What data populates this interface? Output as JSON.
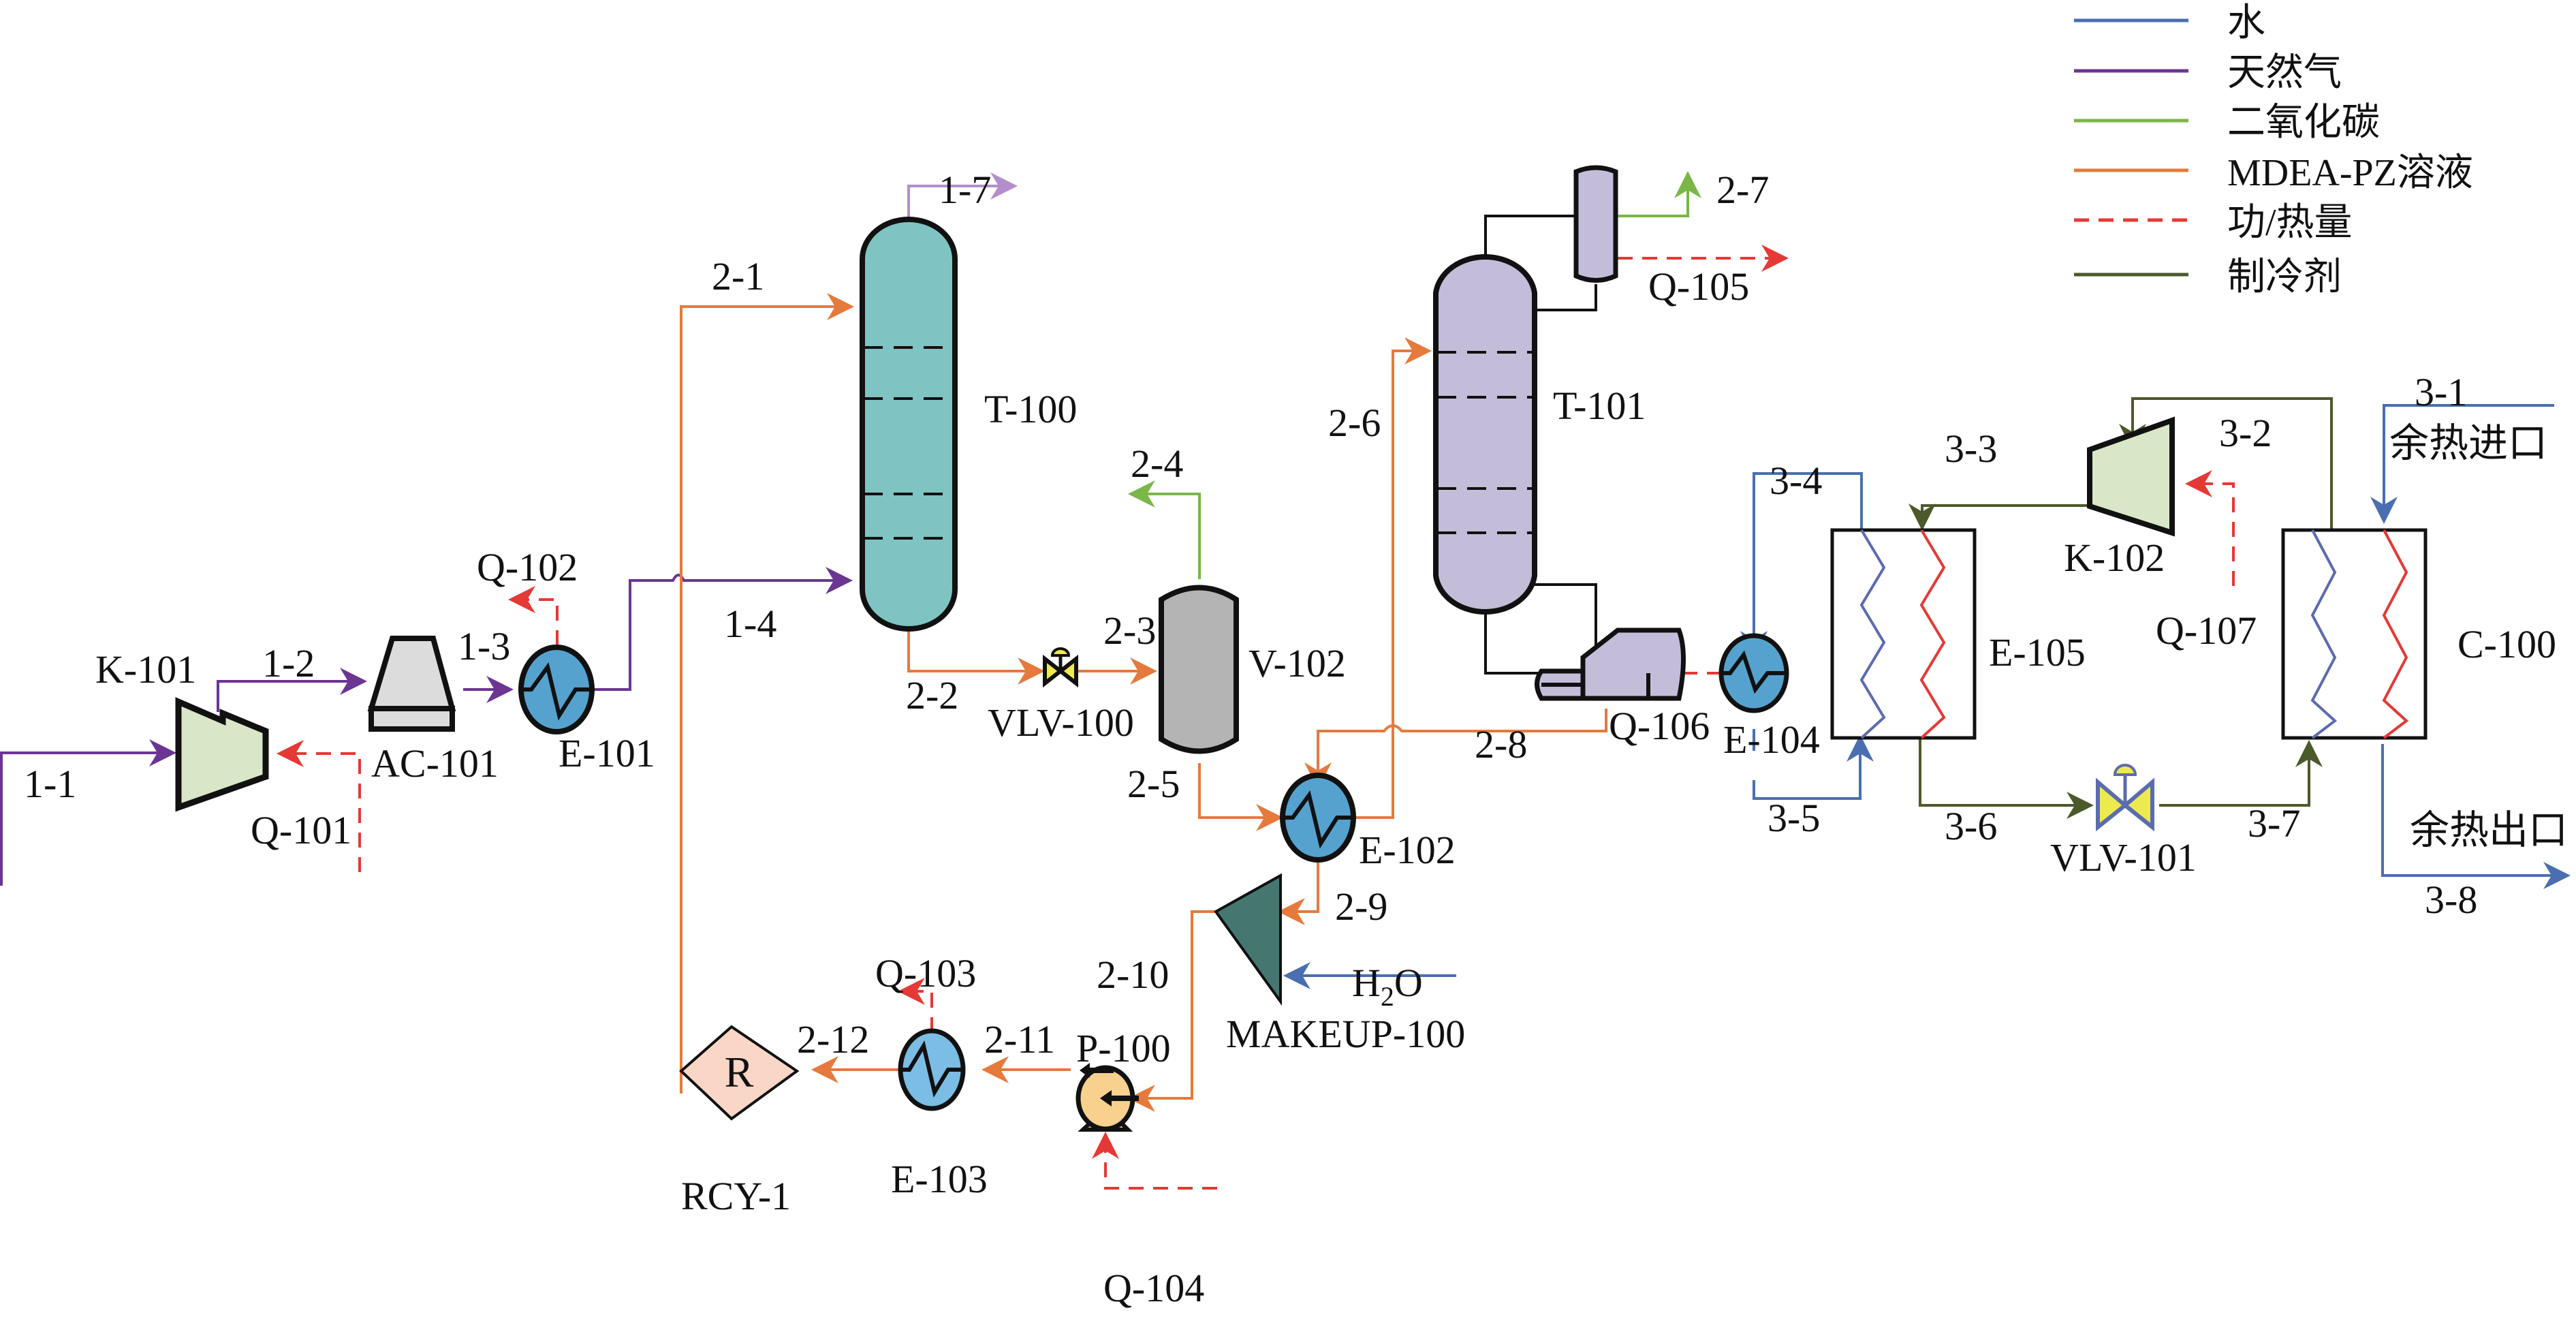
{
  "title": "MDEA-PZ carbon capture process flowsheet with heat pump waste-heat recovery",
  "colors": {
    "water": "#4a6fb0",
    "natural_gas": "#6b3594",
    "co2": "#7ab648",
    "mdea_pz": "#e57a3c",
    "energy": "#e53935",
    "refrigerant": "#4a5a2a",
    "sweet_gas": "#b38ecb",
    "black": "#111111"
  },
  "legend": {
    "items": [
      {
        "label": "水",
        "style": "solid",
        "color_key": "water"
      },
      {
        "label": "天然气",
        "style": "solid",
        "color_key": "natural_gas"
      },
      {
        "label": "二氧化碳",
        "style": "solid",
        "color_key": "co2"
      },
      {
        "label": "MDEA-PZ溶液",
        "style": "solid",
        "color_key": "mdea_pz"
      },
      {
        "label": "功/热量",
        "style": "dashed",
        "color_key": "energy"
      },
      {
        "label": "制冷剂",
        "style": "solid",
        "color_key": "refrigerant"
      }
    ]
  },
  "equipment": {
    "k101": "K-101",
    "ac101": "AC-101",
    "e101": "E-101",
    "t100": "T-100",
    "vlv100": "VLV-100",
    "v102": "V-102",
    "t101": "T-101",
    "e102": "E-102",
    "makeup100": "MAKEUP-100",
    "p100": "P-100",
    "e103": "E-103",
    "rcy1": "RCY-1",
    "rcy1_symbol": "R",
    "e104": "E-104",
    "e105": "E-105",
    "k102": "K-102",
    "vlv101": "VLV-101",
    "c100": "C-100"
  },
  "streams": {
    "s1_1": "1-1",
    "s1_2": "1-2",
    "s1_3": "1-3",
    "s1_4": "1-4",
    "s1_7": "1-7",
    "s2_1": "2-1",
    "s2_2": "2-2",
    "s2_3": "2-3",
    "s2_4": "2-4",
    "s2_5": "2-5",
    "s2_6": "2-6",
    "s2_7": "2-7",
    "s2_8": "2-8",
    "s2_9": "2-9",
    "s2_10": "2-10",
    "s2_11": "2-11",
    "s2_12": "2-12",
    "s3_1": "3-1",
    "s3_2": "3-2",
    "s3_3": "3-3",
    "s3_4": "3-4",
    "s3_5": "3-5",
    "s3_6": "3-6",
    "s3_7": "3-7",
    "s3_8": "3-8",
    "h2o_main": "H",
    "h2o_sub": "2",
    "h2o_tail": "O"
  },
  "energy_streams": {
    "q101": "Q-101",
    "q102": "Q-102",
    "q103": "Q-103",
    "q104": "Q-104",
    "q105": "Q-105",
    "q106": "Q-106",
    "q107": "Q-107"
  },
  "annotations": {
    "waste_heat_in": "余热进口",
    "waste_heat_out": "余热出口"
  }
}
